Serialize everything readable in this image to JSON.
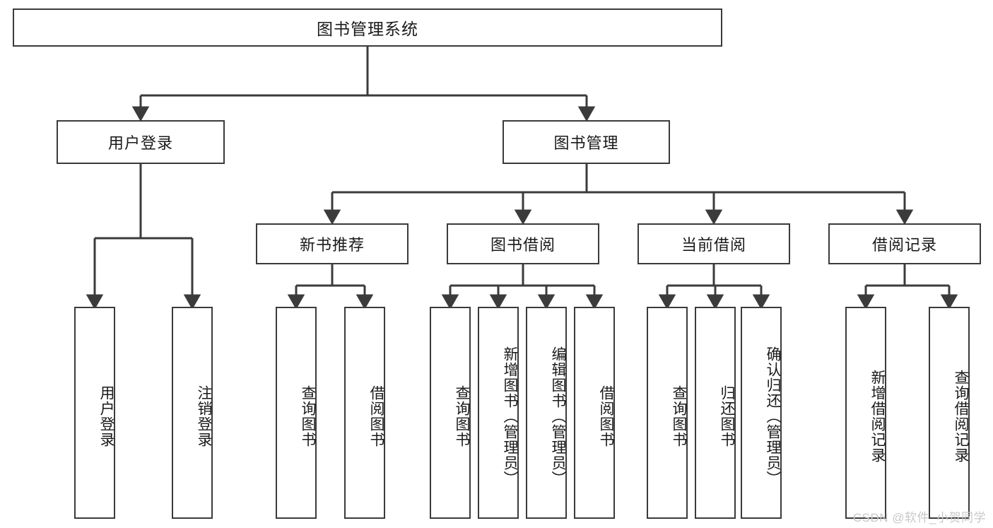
{
  "diagram": {
    "title": "图书管理系统",
    "type": "hierarchy-tree",
    "root": {
      "label": "图书管理系统"
    },
    "level1": [
      {
        "label": "用户登录"
      },
      {
        "label": "图书管理"
      }
    ],
    "level2": [
      {
        "label": "新书推荐"
      },
      {
        "label": "图书借阅"
      },
      {
        "label": "当前借阅"
      },
      {
        "label": "借阅记录"
      }
    ],
    "leaves": {
      "user_login": [
        {
          "label": "用户登录"
        },
        {
          "label": "注销登录"
        }
      ],
      "new_book_recommend": [
        {
          "label": "查询图书"
        },
        {
          "label": "借阅图书"
        }
      ],
      "book_borrow": [
        {
          "label": "查询图书"
        },
        {
          "label": "新增图书（管理员）"
        },
        {
          "label": "编辑图书（管理员）"
        },
        {
          "label": "借阅图书"
        }
      ],
      "current_borrow": [
        {
          "label": "查询图书"
        },
        {
          "label": "归还图书"
        },
        {
          "label": "确认归还（管理员）"
        }
      ],
      "borrow_record": [
        {
          "label": "新增借阅记录"
        },
        {
          "label": "查询借阅记录"
        }
      ]
    }
  },
  "watermark": {
    "text": "CSDN @软件_小贺同学"
  },
  "colors": {
    "border": "#3b3b3b",
    "background": "#ffffff",
    "text": "#1a1a1a",
    "watermark": "#c8c8c8"
  }
}
